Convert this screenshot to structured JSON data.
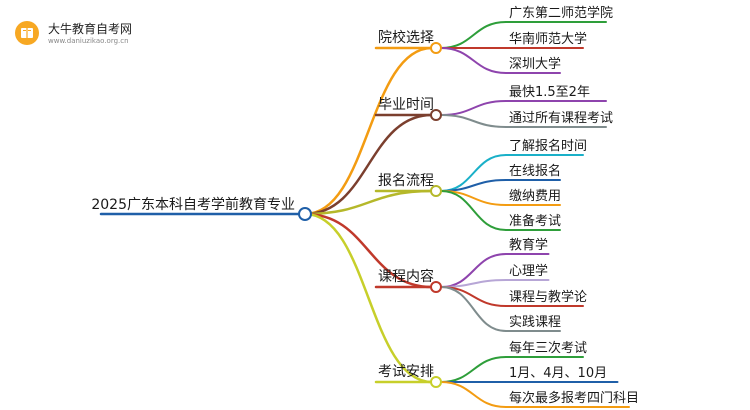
{
  "logo": {
    "title": "大牛教育自考网",
    "url": "www.daniuzikao.org.cn"
  },
  "mindmap": {
    "root": "2025广东本科自考学前教育专业",
    "branches": [
      {
        "label": "院校选择",
        "color": "#f39c12",
        "children": [
          {
            "label": "广东第二师范学院",
            "color": "#2e9e3a"
          },
          {
            "label": "华南师范大学",
            "color": "#c0392b"
          },
          {
            "label": "深圳大学",
            "color": "#8e44ad"
          }
        ]
      },
      {
        "label": "毕业时间",
        "color": "#7b3f2e",
        "children": [
          {
            "label": "最快1.5至2年",
            "color": "#8e44ad"
          },
          {
            "label": "通过所有课程考试",
            "color": "#7f8c8d"
          }
        ]
      },
      {
        "label": "报名流程",
        "color": "#b5b82a",
        "children": [
          {
            "label": "了解报名时间",
            "color": "#1ab0c8"
          },
          {
            "label": "在线报名",
            "color": "#1f5fa8"
          },
          {
            "label": "缴纳费用",
            "color": "#f39c12"
          },
          {
            "label": "准备考试",
            "color": "#2e9e3a"
          }
        ]
      },
      {
        "label": "课程内容",
        "color": "#c0392b",
        "children": [
          {
            "label": "教育学",
            "color": "#8e44ad"
          },
          {
            "label": "心理学",
            "color": "#b7a6d6"
          },
          {
            "label": "课程与教学论",
            "color": "#c0392b"
          },
          {
            "label": "实践课程",
            "color": "#7f8c8d"
          }
        ]
      },
      {
        "label": "考试安排",
        "color": "#c7cf2a",
        "children": [
          {
            "label": "每年三次考试",
            "color": "#2e9e3a"
          },
          {
            "label": "1月、4月、10月",
            "color": "#1f5fa8"
          },
          {
            "label": "每次最多报考四门科目",
            "color": "#f39c12"
          }
        ]
      }
    ]
  }
}
